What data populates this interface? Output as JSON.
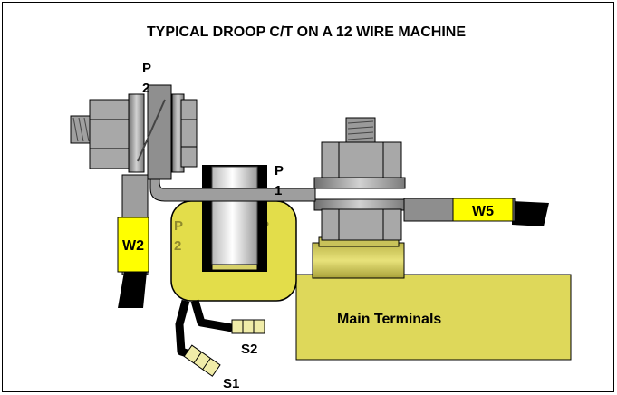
{
  "title": "TYPICAL DROOP C/T ON A 12 WIRE MACHINE",
  "labels": {
    "p2_top_p": "P",
    "p2_top_2": "2",
    "p1_top_p": "P",
    "p1_top_1": "1",
    "ct_p2_p": "P",
    "ct_p2_2": "2",
    "ct_p1_p": "P",
    "ct_p1_1": "1",
    "w2": "W2",
    "w5": "W5",
    "s1": "S1",
    "s2": "S2",
    "main_terminals": "Main Terminals"
  },
  "colors": {
    "ct_body": "#e3dd4a",
    "ct_border": "#000000",
    "terminal_block": "#ded85a",
    "label_tag": "#ffff00",
    "metal_grey": "#a4a4a4",
    "olive_text": "#8f8a2c"
  }
}
